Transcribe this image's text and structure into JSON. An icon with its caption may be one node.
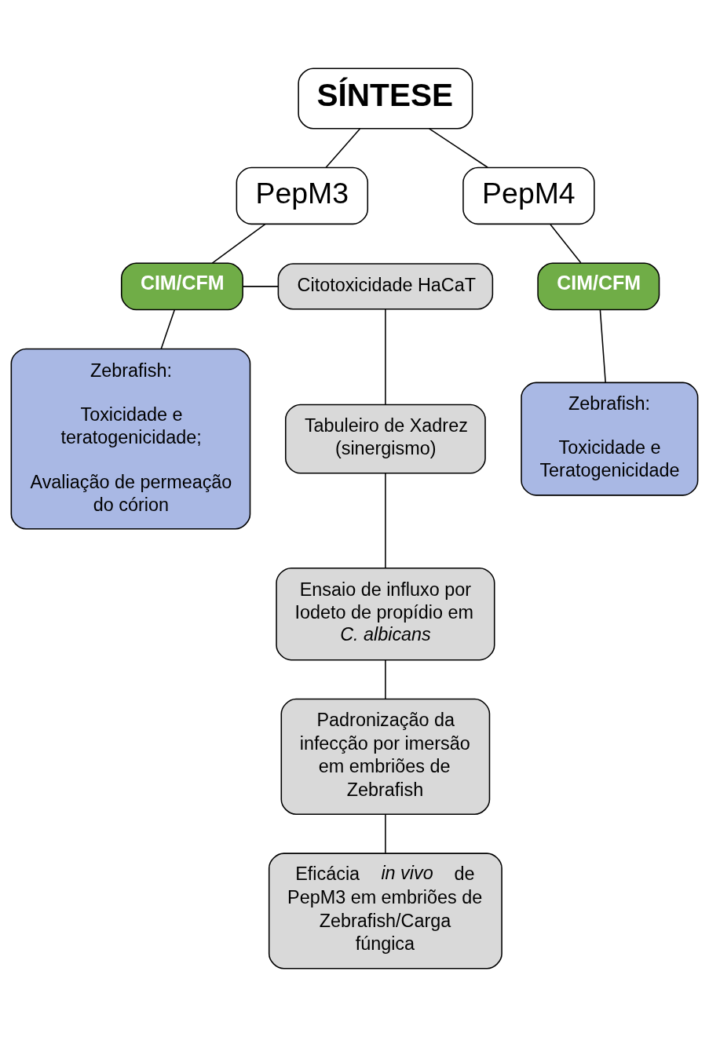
{
  "diagram": {
    "nodes": [
      {
        "text": [
          "SÍNTESE"
        ]
      },
      {
        "text": [
          "PepM3"
        ]
      },
      {
        "text": [
          "PepM4"
        ]
      },
      {
        "text": [
          "CIM/CFM"
        ]
      },
      {
        "text": [
          "CIM/CFM"
        ]
      },
      {
        "text": [
          "Citotoxicidade HaCaT"
        ]
      },
      {
        "text": [
          "Zebrafish:",
          "Toxicidade e teratogenicidade;",
          "Avaliação de permeação do córion"
        ]
      },
      {
        "text": [
          "Zebrafish:",
          "Toxicidade e Teratogenicidade"
        ]
      },
      {
        "text": [
          "Tabuleiro de Xadrez (sinergismo)"
        ]
      },
      {
        "text": [
          "Ensaio de influxo por Iodeto de propídio em *C. albicans*"
        ]
      },
      {
        "text": [
          "Padronização da infecção por imersão em embriões de Zebrafish"
        ]
      },
      {
        "text": [
          "Eficácia *in vivo* de PepM3 em embriões de Zebrafish/Carga fúngica"
        ]
      }
    ],
    "edges": [
      {
        "from": 0,
        "to": 1,
        "arrow": "none"
      },
      {
        "from": 0,
        "to": 2,
        "arrow": "none"
      },
      {
        "from": 1,
        "to": 3,
        "arrow": "none"
      },
      {
        "from": 2,
        "to": 4,
        "arrow": "none"
      },
      {
        "from": 3,
        "to": 5,
        "arrow": "none"
      },
      {
        "from": 3,
        "to": 6,
        "arrow": "none"
      },
      {
        "from": 4,
        "to": 7,
        "arrow": "none"
      },
      {
        "from": 5,
        "to": 8,
        "arrow": "none"
      },
      {
        "from": 8,
        "to": 9,
        "arrow": "none"
      },
      {
        "from": 9,
        "to": 10,
        "arrow": "none"
      },
      {
        "from": 10,
        "to": 11,
        "arrow": "none"
      }
    ]
  }
}
